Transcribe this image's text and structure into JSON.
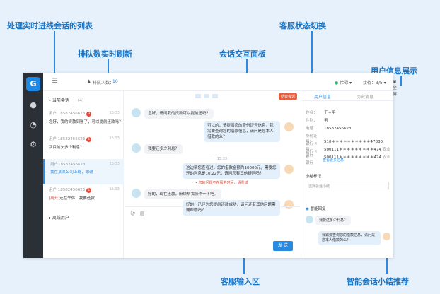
{
  "annotations": {
    "list": "处理实时进线会话的列表",
    "queue": "排队数实时刷新",
    "status": "客服状态切换",
    "chatpanel": "会话交互面板",
    "userinfo": "用户信息展示",
    "input": "客服输入区",
    "summary": "智能会话小结推荐"
  },
  "topbar": {
    "queue_label": "排队人数：",
    "queue_value": "10",
    "status": "忙碌",
    "reception": "接待：3/5",
    "fullscreen": "全屏"
  },
  "list": {
    "current": "当前会话",
    "current_count": "(4)",
    "offline": "离线用户",
    "items": [
      {
        "id": "用户 18582456623",
        "badge": "3",
        "time": "15:33",
        "msg": "您好，我的贷款到账了，可以提前还款吗？"
      },
      {
        "id": "用户 18582456623",
        "badge": "1",
        "time": "15:33",
        "msg": "我目前欠多少利息？"
      },
      {
        "id": "用户18582456623",
        "badge": "",
        "time": "15:33",
        "msg": "我在某某公司上班，谢谢"
      },
      {
        "id": "用户 18582456623",
        "badge": "1",
        "time": "15:33",
        "prefix": "[离开]",
        "msg": "还在午休，我要还款"
      }
    ]
  },
  "chat": {
    "end_button": "结束会话",
    "messages": [
      {
        "text": "您好，请问我的贷款可以提前还吗？"
      },
      {
        "text": "可以的，请提供您的身份证号信息，我需要查询您的借款信息，请问是您本人借款的么？"
      },
      {
        "text": "我要还多少利息？"
      },
      {
        "text": "这边帮您查看过，您的借款金额为10000元，需要您还的利息是10.22元，请问您有其他疑问吗？"
      },
      {
        "text": "好的，现在还款，麻烦帮我操作一下吧。"
      },
      {
        "text": "好的，已经为您提前还款成功，请问还有其他问题需要帮助吗？"
      }
    ],
    "divider": "一 15:33 一",
    "system": "• 您的问题不在服务时间，请重试",
    "send": "发 送"
  },
  "info": {
    "tab_user": "用户信息",
    "tab_history": "历史消息",
    "fields": [
      {
        "k": "姓名：",
        "v": "王＊平"
      },
      {
        "k": "性别：",
        "v": "男"
      },
      {
        "k": "电话：",
        "v": "18582456623"
      },
      {
        "k": "身份证号：",
        "v": "510＊＊＊＊＊＊＊＊＊＊47880"
      },
      {
        "k": "银行卡号：",
        "v": "500111＊＊＊＊＊＊＊＊＊474"
      },
      {
        "k": "银行卡号：",
        "v": "500111＊＊＊＊＊＊＊＊＊474"
      }
    ],
    "bank_tag": "农业银行",
    "more": "查看更多信息",
    "summary_label": "小结标记",
    "summary_placeholder": "选择会话小结",
    "smart_reply": "智能回复",
    "smart_q": "我要还多少利息？",
    "smart_a": "我需要查询您的借款信息，请问是您本人借款的么？"
  }
}
